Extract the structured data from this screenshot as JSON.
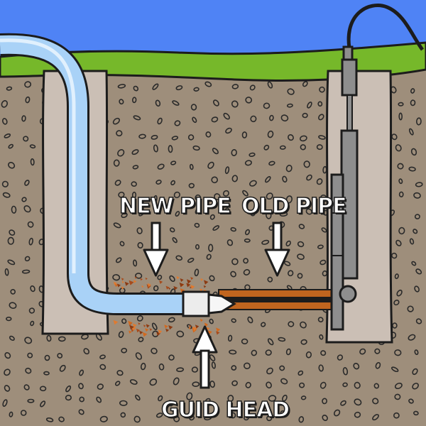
{
  "labels": {
    "new_pipe": "NEW PIPE",
    "old_pipe": "OLD PIPE",
    "guide_head": "GUID HEAD"
  },
  "colors": {
    "sky": "#4f83f5",
    "grass": "#76b82a",
    "soil": "#9e8e7b",
    "pit": "#cbbfb5",
    "new_pipe": "#a9d2f7",
    "old_pipe": "#c0651f",
    "machine": "#8e8e8e",
    "outline": "#1c1c1c"
  }
}
